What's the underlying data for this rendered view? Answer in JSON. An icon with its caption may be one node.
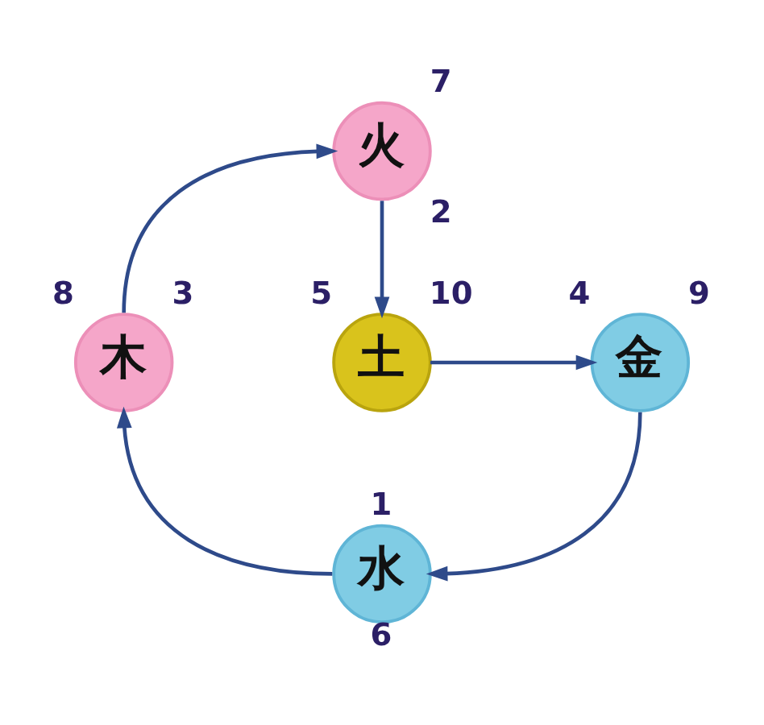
{
  "diagram": {
    "nodes": [
      {
        "text": [
          "火"
        ],
        "beside": [
          "7",
          "2"
        ]
      },
      {
        "text": [
          "木"
        ],
        "beside": [
          "8",
          "3"
        ]
      },
      {
        "text": [
          "土"
        ],
        "beside": [
          "5",
          "10"
        ]
      },
      {
        "text": [
          "金"
        ],
        "beside": [
          "4",
          "9"
        ]
      },
      {
        "text": [
          "水"
        ],
        "beside": [
          "1",
          "6"
        ]
      }
    ],
    "edges": [
      {
        "from": 1,
        "to": 0,
        "arrow": "to"
      },
      {
        "from": 0,
        "to": 2,
        "arrow": "to"
      },
      {
        "from": 2,
        "to": 3,
        "arrow": "to"
      },
      {
        "from": 3,
        "to": 4,
        "arrow": "to"
      },
      {
        "from": 4,
        "to": 1,
        "arrow": "to"
      }
    ]
  }
}
